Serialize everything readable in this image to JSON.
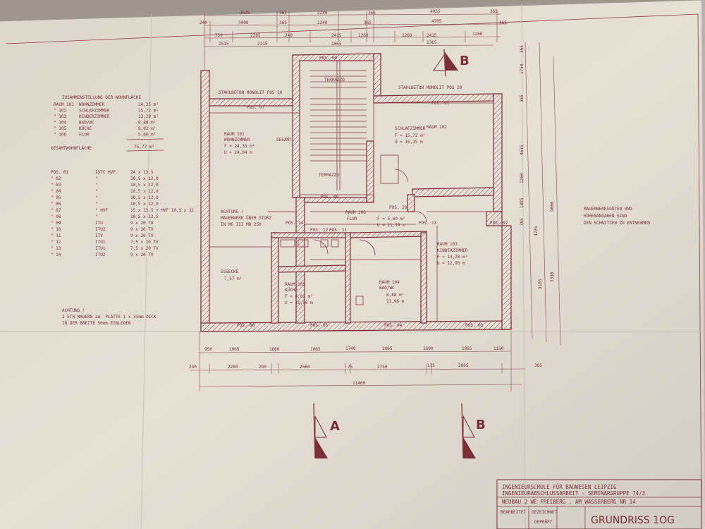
{
  "summary": {
    "title": "ZUSAMMENSTELLUNG DER WOHNFLÄCHE",
    "rows": [
      {
        "no": "RAUM 101",
        "name": "WOHNZIMMER",
        "area": "24,35 m²"
      },
      {
        "no": "\"  102",
        "name": "SCHLAFZIMMER",
        "area": "15,72 m²"
      },
      {
        "no": "\"  103",
        "name": "KINDERZIMMER",
        "area": "13,20 m²"
      },
      {
        "no": "\"  104",
        "name": "BAD/WC",
        "area": "8,88 m²"
      },
      {
        "no": "\"  105",
        "name": "KÜCHE",
        "area": "8,02 m²"
      },
      {
        "no": "\"  106",
        "name": "FLUR",
        "area": "5,60 m²"
      }
    ],
    "total_label": "GESAMTWOHNFLÄCHE",
    "total_value": "75,77 m²"
  },
  "positions": [
    {
      "pos": "POS. 01",
      "type": "ISTC HVF",
      "dim": "24 x 13,5"
    },
    {
      "pos": "\"  02",
      "type": "\"",
      "dim": "10,5 x 12,0"
    },
    {
      "pos": "\"  03",
      "type": "\"",
      "dim": "10,5 x 12,0"
    },
    {
      "pos": "\"  04",
      "type": "\"",
      "dim": "10,5 x 12,0"
    },
    {
      "pos": "\"  05",
      "type": "\"",
      "dim": "10,5 x 12,0"
    },
    {
      "pos": "\"  06",
      "type": "\"",
      "dim": "10,5 x 12,0"
    },
    {
      "pos": "\"  07",
      "type": "\" HVF",
      "dim": "15 x 13,5 + HVF 10,5 x 21"
    },
    {
      "pos": "\"  08",
      "type": "\"",
      "dim": "10,5 x 12,5"
    },
    {
      "pos": "\"  09",
      "type": "ITU",
      "dim": "9 x 20 T8"
    },
    {
      "pos": "\"  10",
      "type": "ITU2",
      "dim": "9 x 20 TV"
    },
    {
      "pos": "\"  11",
      "type": "ITV",
      "dim": "9 x 20 TV"
    },
    {
      "pos": "\"  12",
      "type": "ITU1",
      "dim": "7,5 x 20 TV"
    },
    {
      "pos": "\"  13",
      "type": "ITU1",
      "dim": "7,5 x 20 TV"
    },
    {
      "pos": "\"  14",
      "type": "ITU2",
      "dim": "9 x 20 TV"
    }
  ],
  "notes": {
    "achtung_left_1": "ACHTUNG !",
    "achtung_left_2": "2 ETH MAUERN  am. PLATTE 1 x 35mm DICK",
    "achtung_left_3": "IN DER BREITE 50mm EINLEGEN",
    "achtung_mid_1": "ACHTUNG !",
    "achtung_mid_2": "MAUERWERK ÜBER STURZ",
    "achtung_mid_3": "IN MG III MB 250",
    "right_1": "MAUERWERKSGÜTEN UND",
    "right_2": "HÖHENANGABEN SIND",
    "right_3": "DEN SCHNITTEN ZU ENTNEHMEN",
    "stahl_left": "STAHLBETON MONOLIT POS 10",
    "stahl_right": "STAHLBETON MONOLIT POS 20",
    "terrazzo_1": "TERRAZZO",
    "terrazzo_2": "TERRAZZO",
    "gesamt": "GESAMT"
  },
  "rooms": {
    "r101": {
      "title": "RAUM 101",
      "name": "WOHNZIMMER",
      "f": "F = 24,35 m²",
      "u": "U = 24,04 m"
    },
    "r102": {
      "title": "RAUM 102",
      "name": "SCHLAFZIMMER",
      "f": "F = 15,72 m²",
      "u": "U = 16,25 m"
    },
    "r103": {
      "title": "RAUM 103",
      "name": "KINDERZIMMER",
      "f": "F = 13,20 m²",
      "u": "U = 12,95 m"
    },
    "r104": {
      "title": "RAUM 104",
      "name": "BAD/WC",
      "f": "8,88 m²",
      "u": "11,96 m"
    },
    "r105": {
      "title": "RAUM 105",
      "name": "KÜCHE",
      "f": "F = 8,02 m²",
      "u": "U = 11,56 m"
    },
    "r106": {
      "title": "RAUM 106",
      "name": "FLUR",
      "f": "F = 5,60 m²",
      "u": "U = 11,19 m"
    },
    "esse": {
      "title": "ESSECKE",
      "f": "7,57 m²"
    }
  },
  "pos_labels": [
    "POS. 07",
    "POS. 01",
    "POS. 06",
    "POS. 05",
    "POS. 04",
    "POS. 03",
    "POS. 02",
    "POS. 09",
    "POS. 08",
    "POS. 14",
    "POS. 12",
    "POS. 11",
    "POS. 13",
    "POS. 10"
  ],
  "dims_top_1": [
    "3625",
    "365",
    "2240",
    "365",
    "4935",
    "365"
  ],
  "dims_top_2": [
    "240",
    "3400",
    "365",
    "2240",
    "365",
    "4705",
    "365"
  ],
  "dims_top_3": [
    "750",
    "2385",
    "240",
    "2415",
    "1260",
    "1260",
    "2415",
    "1260"
  ],
  "dims_top_4": [
    "1515",
    "2115",
    "1065",
    "1365"
  ],
  "dims_bottom_1": [
    "950",
    "1065",
    "1660",
    "1065",
    "1740",
    "1065",
    "1690",
    "1065",
    "1150"
  ],
  "dims_bottom_2": [
    "240",
    "2200",
    "240",
    "2560",
    "75",
    "2750",
    "115",
    "2865",
    "365"
  ],
  "dims_total": "11400",
  "dims_right": [
    "365",
    "1750",
    "365",
    "4635",
    "1260",
    "1885",
    "365",
    "4235",
    "9000",
    "3185",
    "3330"
  ],
  "sections": {
    "a": "A",
    "b_top": "B",
    "b_bottom": "B"
  },
  "titleblock": {
    "line1": "INGENIEURSCHULE FÜR BAUWESEN LEIPZIG",
    "line2": "INGENIEURABSCHLUSSARBEIT - SEMINARGRUPPE 74/3",
    "line3": "NEUBAU 2 WE FREIBERG , AM WASSERBERG NR 14",
    "label1": "BEARBEITET",
    "label2": "GEZEICHNET",
    "label3": "GEPRÜFT",
    "drawing": "GRUNDRISS 1OG"
  }
}
